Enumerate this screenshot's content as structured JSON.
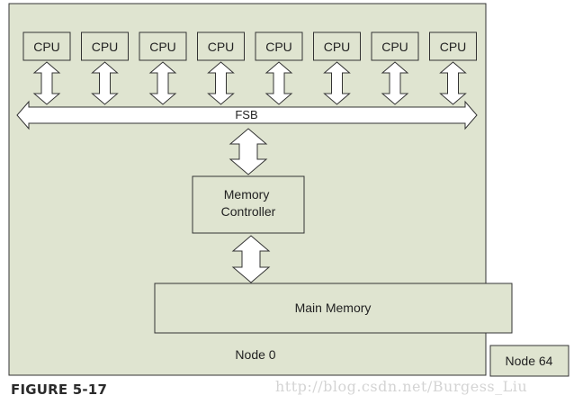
{
  "colors": {
    "node_fill": "#dfe4d0",
    "stroke": "#333333",
    "arrow_fill": "#ffffff"
  },
  "cpus": [
    "CPU",
    "CPU",
    "CPU",
    "CPU",
    "CPU",
    "CPU",
    "CPU",
    "CPU"
  ],
  "bus_label": "FSB",
  "memory_controller": [
    "Memory",
    "Controller"
  ],
  "main_memory": "Main Memory",
  "node_label": "Node 0",
  "remote_node_label": "Node 64",
  "caption": "FIGURE 5-17",
  "watermark": "http://blog.csdn.net/Burgess_Liu"
}
